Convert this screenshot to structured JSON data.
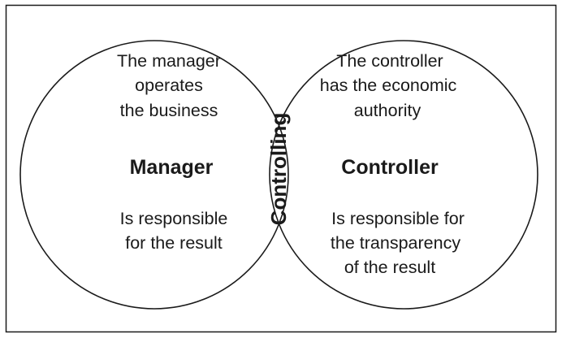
{
  "left_circle": {
    "top_text": [
      "The manager",
      "operates",
      "the business"
    ],
    "heading": "Manager",
    "bottom_text": [
      "Is responsible",
      "for the result"
    ]
  },
  "right_circle": {
    "top_text": [
      "The controller",
      "has the economic",
      "authority"
    ],
    "heading": "Controller",
    "bottom_text": [
      "Is responsible for",
      "the transparency",
      "of the result"
    ]
  },
  "overlap": {
    "label": "Controlling"
  },
  "colors": {
    "stroke": "#1a1a1a",
    "background": "#ffffff"
  }
}
